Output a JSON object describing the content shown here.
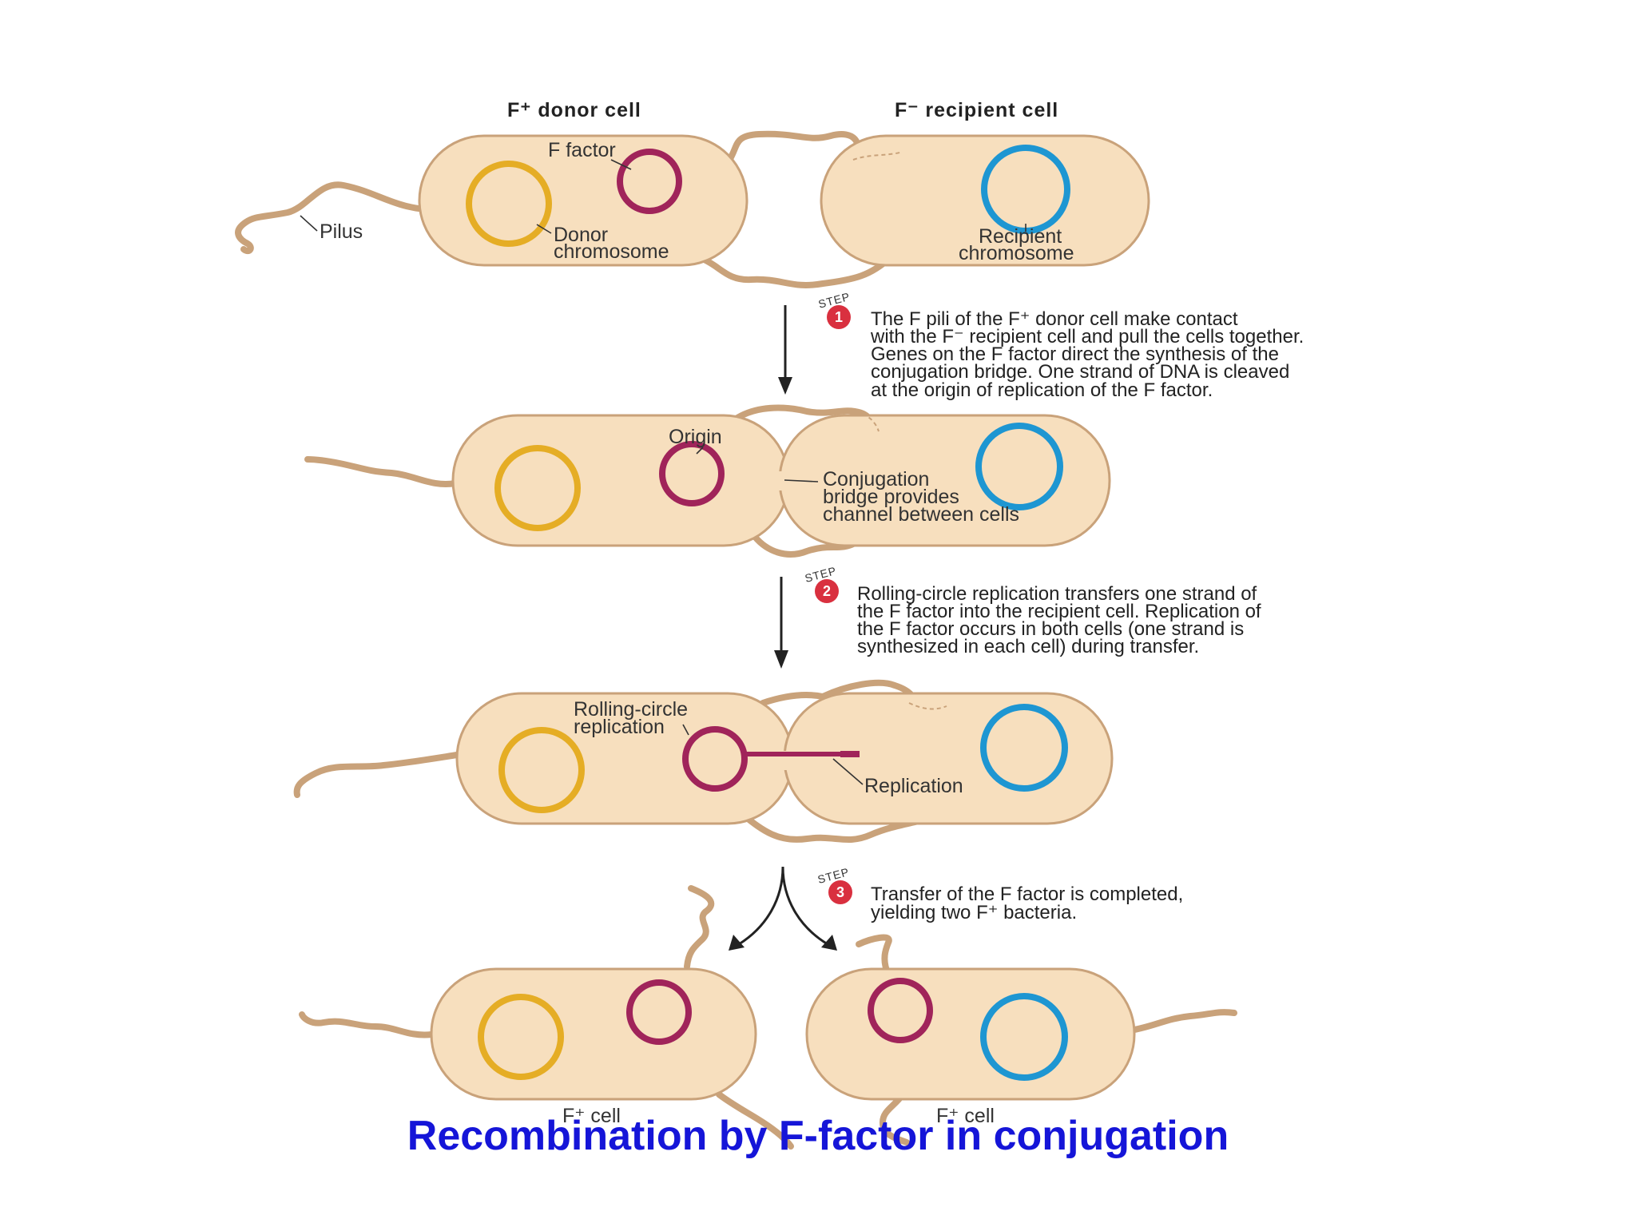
{
  "headers": {
    "donor": "F⁺ donor cell",
    "recipient": "F⁻ recipient cell"
  },
  "labels": {
    "f_factor": "F factor",
    "pilus": "Pilus",
    "donor_chromosome": [
      "Donor",
      "chromosome"
    ],
    "recipient_chromosome": [
      "Recipient",
      "chromosome"
    ],
    "origin": "Origin",
    "conjugation_bridge": [
      "Conjugation",
      "bridge provides",
      "channel between cells"
    ],
    "rolling_circle": [
      "Rolling-circle",
      "replication"
    ],
    "replication": "Replication",
    "f_plus_cell_left": "F⁺ cell",
    "f_plus_cell_right": "F⁺ cell"
  },
  "steps": [
    {
      "word": "STEP",
      "number": "1",
      "lines": [
        "The F pili of the F⁺ donor cell make contact",
        "with the F⁻ recipient cell and pull the cells together.",
        "Genes on the F factor direct the synthesis of the",
        "conjugation bridge. One strand of DNA is cleaved",
        "at the origin of replication of the F factor."
      ]
    },
    {
      "word": "STEP",
      "number": "2",
      "lines": [
        "Rolling-circle replication transfers one strand of",
        "the F factor into the recipient cell. Replication of",
        "the F factor occurs in both cells (one strand is",
        "synthesized in each cell) during transfer."
      ]
    },
    {
      "word": "STEP",
      "number": "3",
      "lines": [
        "Transfer of the F factor is completed,",
        "yielding two F⁺ bacteria."
      ]
    }
  ],
  "caption": "Recombination by F-factor in conjugation",
  "colors": {
    "cell_fill": "#f7dfbe",
    "pilus": "#c9a27a",
    "donor_chromosome": "#e5ad25",
    "f_factor": "#a0245a",
    "recipient_chromosome": "#1e96d2",
    "step_badge": "#d9303f",
    "caption": "#1515d8"
  }
}
